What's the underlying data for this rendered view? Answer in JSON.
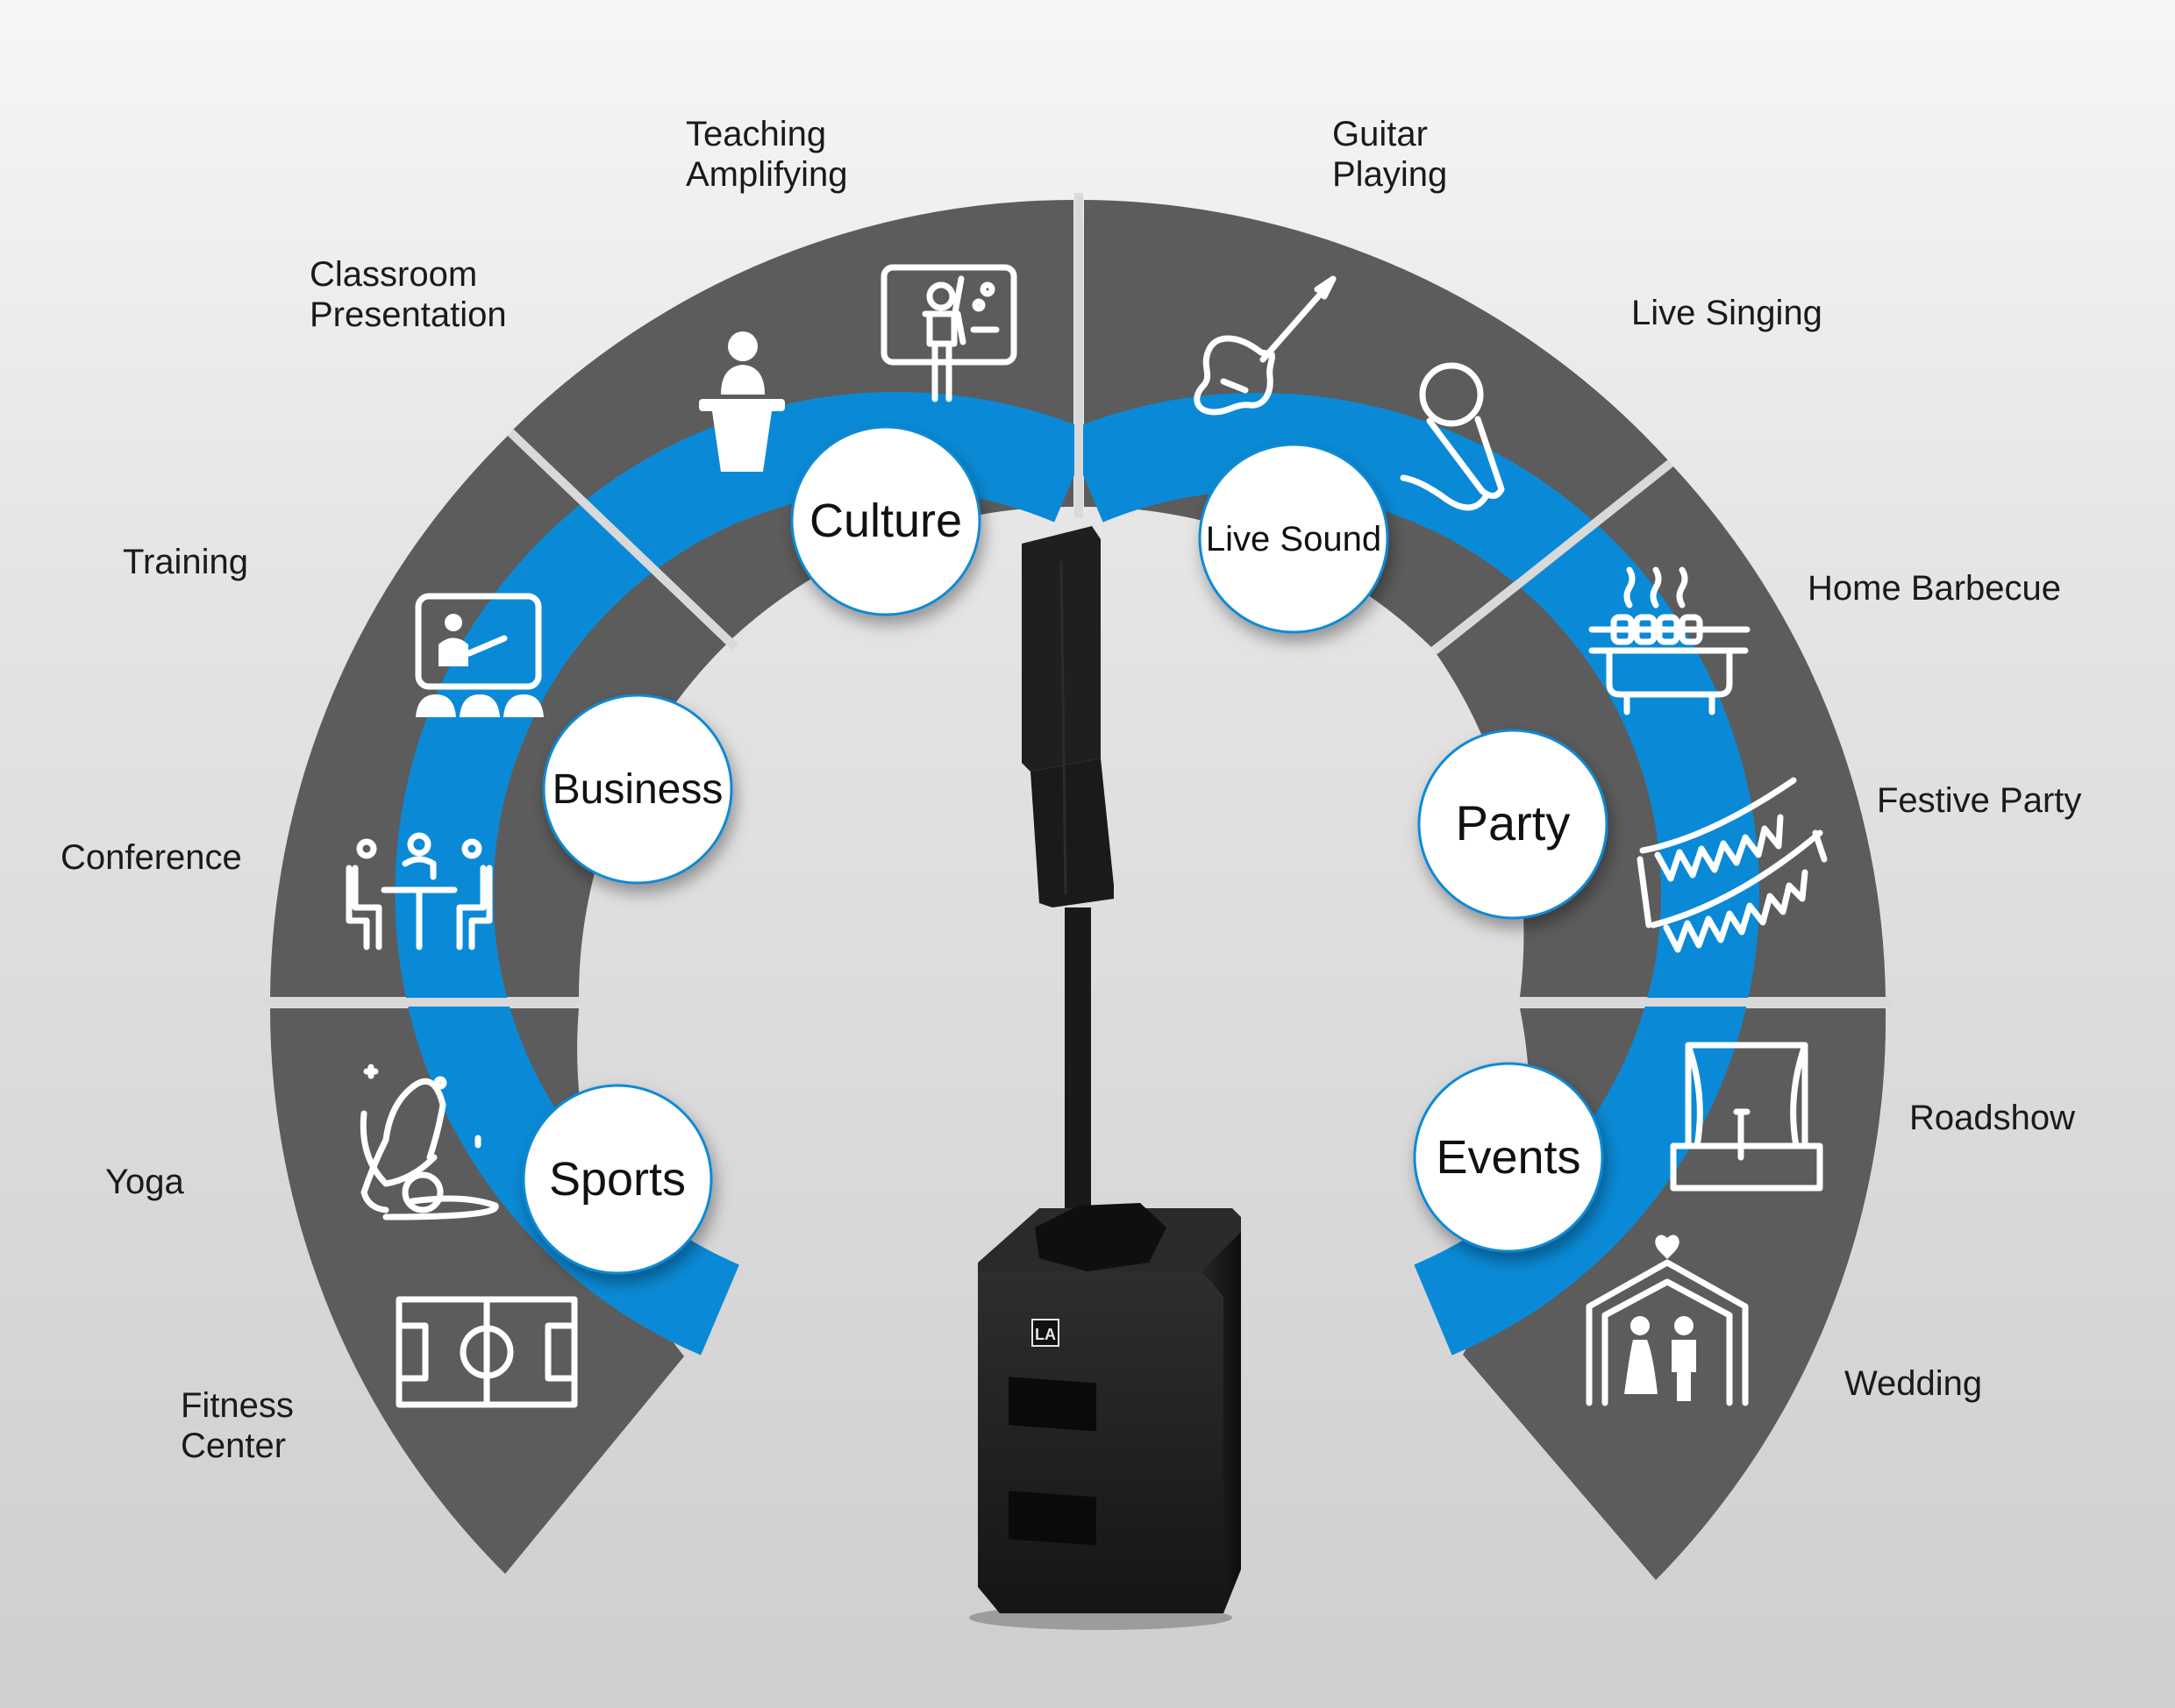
{
  "colors": {
    "sector": "#5c5c5c",
    "ring": "#0a8ad6",
    "divider": "#d9d9d9",
    "badge": "#ffffff",
    "speaker": "#1f1f1f"
  },
  "categories": {
    "culture": "Culture",
    "live_sound": "Live Sound",
    "business": "Business",
    "party": "Party",
    "sports": "Sports",
    "events": "Events"
  },
  "items": {
    "teaching": [
      "Teaching",
      "Amplifying"
    ],
    "classroom": [
      "Classroom",
      "Presentation"
    ],
    "guitar": [
      "Guitar",
      "Playing"
    ],
    "live_singing": "Live Singing",
    "training": "Training",
    "conference": "Conference",
    "home_barbecue": "Home Barbecue",
    "festive_party": "Festive Party",
    "yoga": "Yoga",
    "fitness": [
      "Fitness",
      "Center"
    ],
    "roadshow": "Roadshow",
    "wedding": "Wedding"
  },
  "icons": {
    "culture": [
      "whiteboard-teacher-icon",
      "podium-speaker-icon"
    ],
    "live_sound": [
      "electric-guitar-icon",
      "microphone-icon"
    ],
    "business": [
      "presentation-audience-icon",
      "meeting-table-icon"
    ],
    "party": [
      "barbecue-grill-icon",
      "bunting-flags-icon"
    ],
    "sports": [
      "yoga-pose-icon",
      "football-field-icon"
    ],
    "events": [
      "stage-curtain-icon",
      "wedding-arch-icon"
    ]
  },
  "speaker_logo": "LA"
}
